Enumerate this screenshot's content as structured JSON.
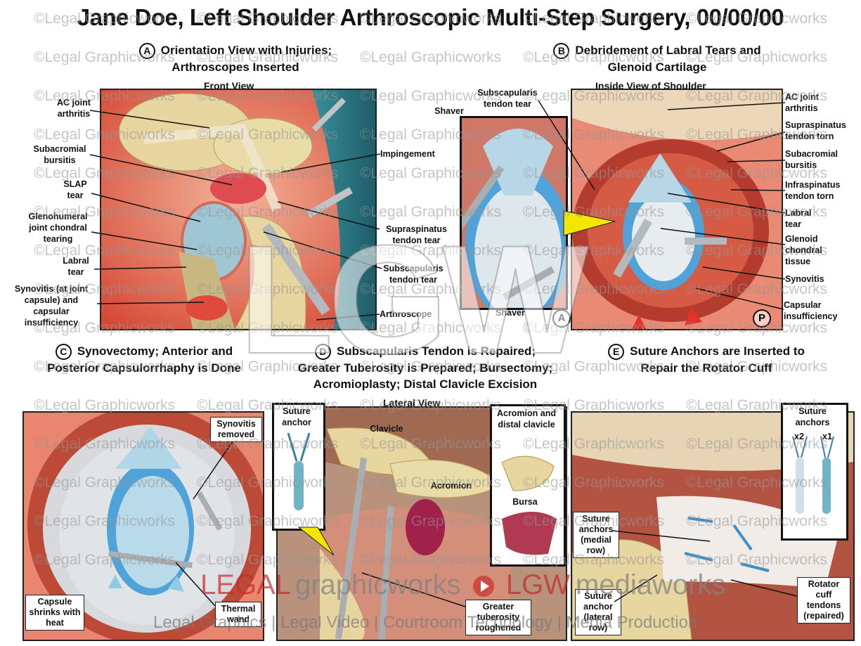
{
  "title": "Jane Doe, Left Shoulder Arthroscopic Multi-Step Surgery, 00/00/00",
  "panels": {
    "a": {
      "letter": "A",
      "line1": "Orientation View with Injuries;",
      "line2": "Arthroscopes Inserted",
      "subtitle": "Front View",
      "labels": {
        "ac": "AC joint arthritis",
        "subacromial": "Subacromial bursitis",
        "slap": "SLAP tear",
        "glenohumeral": "Glenohumeral joint chondral tearing",
        "labral": "Labral tear",
        "synovitis": "Synovitis (at joint capsule) and capsular insufficiency",
        "impingement": "Impingement",
        "supraspinatus": "Supraspinatus tendon tear",
        "subscapularis": "Subscapularis tendon tear",
        "arthroscope": "Arthroscope"
      }
    },
    "b": {
      "letter": "B",
      "line1": "Debridement of Labral Tears and",
      "line2": "Glenoid Cartilage",
      "subtitle": "Inside View of Shoulder",
      "labels": {
        "subscap": "Subscapularis tendon tear",
        "shaver_top": "Shaver",
        "shaver_bottom": "Shaver",
        "ac": "AC joint arthritis",
        "supraspinatus": "Supraspinatus tendon torn",
        "subacromial": "Subacromial bursitis",
        "infraspinatus": "Infraspinatus tendon torn",
        "labral": "Labral tear",
        "glenoid": "Glenoid chondral tissue",
        "synovitis": "Synovitis",
        "capsular": "Capsular insufficiency"
      },
      "badge_a": "A",
      "badge_p": "P"
    },
    "c": {
      "letter": "C",
      "line1": "Synovectomy; Anterior and",
      "line2": "Posterior Capsulorrhaphy is Done",
      "labels": {
        "synovitis": "Synovitis removed",
        "capsule": "Capsule shrinks with heat",
        "wand": "Thermal wand"
      }
    },
    "d": {
      "letter": "D",
      "line1": "Subscapularis Tendon is Repaired;",
      "line2": "Greater Tuberosity is Prepared; Bursectomy;",
      "line3": "Acromioplasty; Distal Clavicle Excision",
      "subtitle": "Lateral View",
      "labels": {
        "suture_anchor": "Suture anchor",
        "clavicle": "Clavicle",
        "acromion": "Acromion",
        "acromion_distal": "Acromion and distal clavicle",
        "bursa": "Bursa",
        "greater": "Greater tuberosity roughened"
      }
    },
    "e": {
      "letter": "E",
      "line1": "Suture Anchors are Inserted to",
      "line2": "Repair the Rotator Cuff",
      "labels": {
        "anchors": "Suture anchors",
        "x2": "x2",
        "x1": "x1",
        "medial": "Suture anchors (medial row)",
        "lateral": "Suture anchor (lateral row)",
        "rotator": "Rotator cuff tendons (repaired)"
      }
    }
  },
  "watermark": {
    "small": "©Legal Graphicworks",
    "brand_legal": "LEGAL",
    "brand_graphicworks": "graphicworks",
    "brand_lgw": "LGW",
    "brand_mediaworks": "mediaworks",
    "tagline": "Legal Graphics | Legal Video | Courtroom Technology | Media Production",
    "big": "LGW"
  },
  "colors": {
    "muscle": "#d9453a",
    "cartilage": "#8fc2e0",
    "bone": "#e8d6a0",
    "background": "#ffffff"
  }
}
